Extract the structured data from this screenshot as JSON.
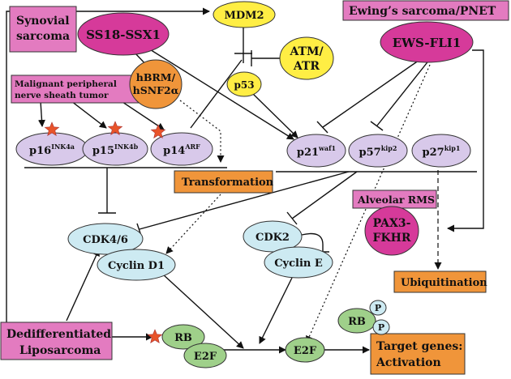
{
  "labels": {
    "synovial": [
      "Synovial",
      "sarcoma"
    ],
    "ss18": "SS18-SSX1",
    "mdm2": "MDM2",
    "ewing": "Ewing’s sarcoma/PNET",
    "ews": "EWS-FLI1",
    "atm": [
      "ATM/",
      "ATR"
    ],
    "p53": "p53",
    "hbrm": [
      "hBRM/",
      "hSNF2α"
    ],
    "mpnst": [
      "Malignant peripheral",
      "nerve sheath tumor"
    ],
    "p16": {
      "base": "p16",
      "sup": "INK4a"
    },
    "p15": {
      "base": "p15",
      "sup": "INK4b"
    },
    "p14": {
      "base": "p14",
      "sup": "ARF"
    },
    "p21": {
      "base": "p21",
      "sup": "waf1"
    },
    "p57": {
      "base": "p57",
      "sup": "kip2"
    },
    "p27": {
      "base": "p27",
      "sup": "kip1"
    },
    "transformation": "Transformation",
    "alveolar": "Alveolar RMS",
    "pax3": [
      "PAX3-",
      "FKHR"
    ],
    "cdk46": "CDK4/6",
    "cyclind1": "Cyclin D1",
    "cdk2": "CDK2",
    "cycline": "Cyclin E",
    "ubiquitination": "Ubiquitination",
    "rbp": "RB",
    "p_left": "P",
    "p_right": "P",
    "dediff": [
      "Dedifferentiated",
      "Liposarcoma"
    ],
    "rb": "RB",
    "e2f_left": "E2F",
    "e2f_right": "E2F",
    "target": [
      "Target genes:",
      "Activation"
    ]
  },
  "colors": {
    "pink_box": "#e37bc0",
    "magenta": "#d63a9a",
    "yellow": "#ffee44",
    "orange": "#f0953a",
    "lavender": "#d8c9ea",
    "light_blue": "#cdeaf2",
    "green": "#9fd08a",
    "star": "#e8542a"
  }
}
